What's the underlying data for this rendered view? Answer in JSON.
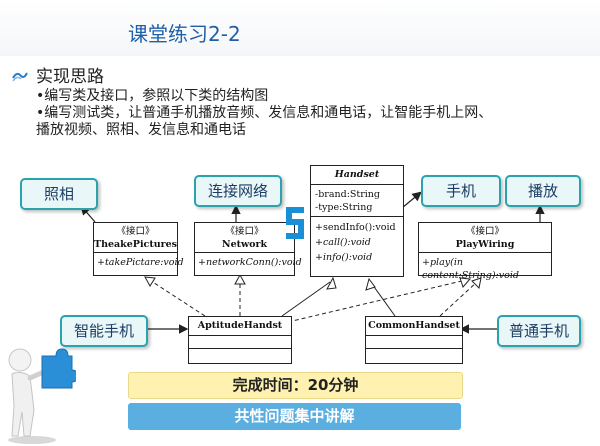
{
  "slide": {
    "title": "课堂练习2-2",
    "heading": "实现思路",
    "lines": [
      "•编写类及接口，参照以下类的结构图",
      "•编写测试类，让普通手机播放音频、发信息和通电话，让智能手机上网、",
      "播放视频、照相、发信息和通电话"
    ]
  },
  "labels": {
    "photo": "照相",
    "network": "连接网络",
    "phone": "手机",
    "play": "播放",
    "smart_phone": "智能手机",
    "common_phone": "普通手机"
  },
  "classes": {
    "handset": {
      "name": "Handset",
      "attrs": [
        "-brand:String",
        "-type:String"
      ],
      "methods": [
        "+sendInfo():void",
        "+call():void",
        "+info():void"
      ]
    },
    "take_pictures": {
      "stereotype": "《接口》",
      "name": "TheakePictures",
      "methods": [
        "+takePictare:void"
      ]
    },
    "network": {
      "stereotype": "《接口》",
      "name": "Network",
      "methods": [
        "+networkConn():void"
      ]
    },
    "play_wiring": {
      "stereotype": "《接口》",
      "name": "PlayWiring",
      "methods": [
        "+play(in content:String):void"
      ]
    },
    "aptitude": {
      "name": "AptitudeHandst"
    },
    "common": {
      "name": "CommonHandset"
    }
  },
  "bars": {
    "time": "完成时间：20分钟",
    "discuss": "共性问题集中讲解"
  },
  "colors": {
    "title": "#1f5fa8",
    "label_border": "#2aa3ad",
    "label_fill": "#eaf7f8",
    "time_bar": "#fff2b0",
    "discuss_bar": "#5aaee0",
    "logo": "#1a8fd6"
  },
  "icons": [
    "bullet-icon",
    "puzzle-figure-icon",
    "logo-icon"
  ]
}
